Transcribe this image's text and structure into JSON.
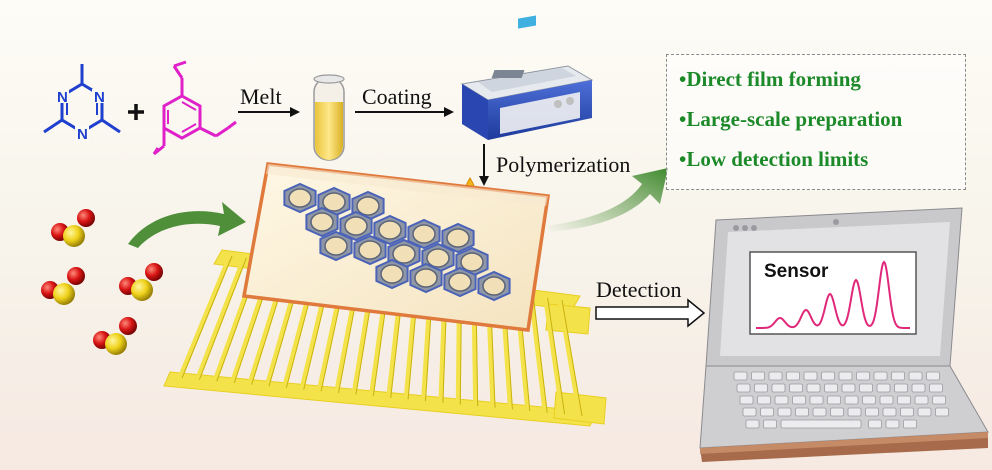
{
  "labels": {
    "melt": "Melt",
    "coating": "Coating",
    "polymerization": "Polymerization",
    "detection": "Detection",
    "sensor": "Sensor",
    "nitrogen": "N"
  },
  "features": [
    "•Direct film forming",
    "•Large-scale preparation",
    "•Low detection limits"
  ],
  "colors": {
    "triazine": "#1f3fcf",
    "aldehyde": "#e020c8",
    "feature_text": "#1d8a2a",
    "electrode": "#f3e24a",
    "film_border": "#e07a3c",
    "arrow_green": "#4f8f3a",
    "oxygen": "#d81414",
    "sulfur": "#efd21a",
    "signal": "#e0287a",
    "laptop_frame": "#c8c8c8"
  }
}
